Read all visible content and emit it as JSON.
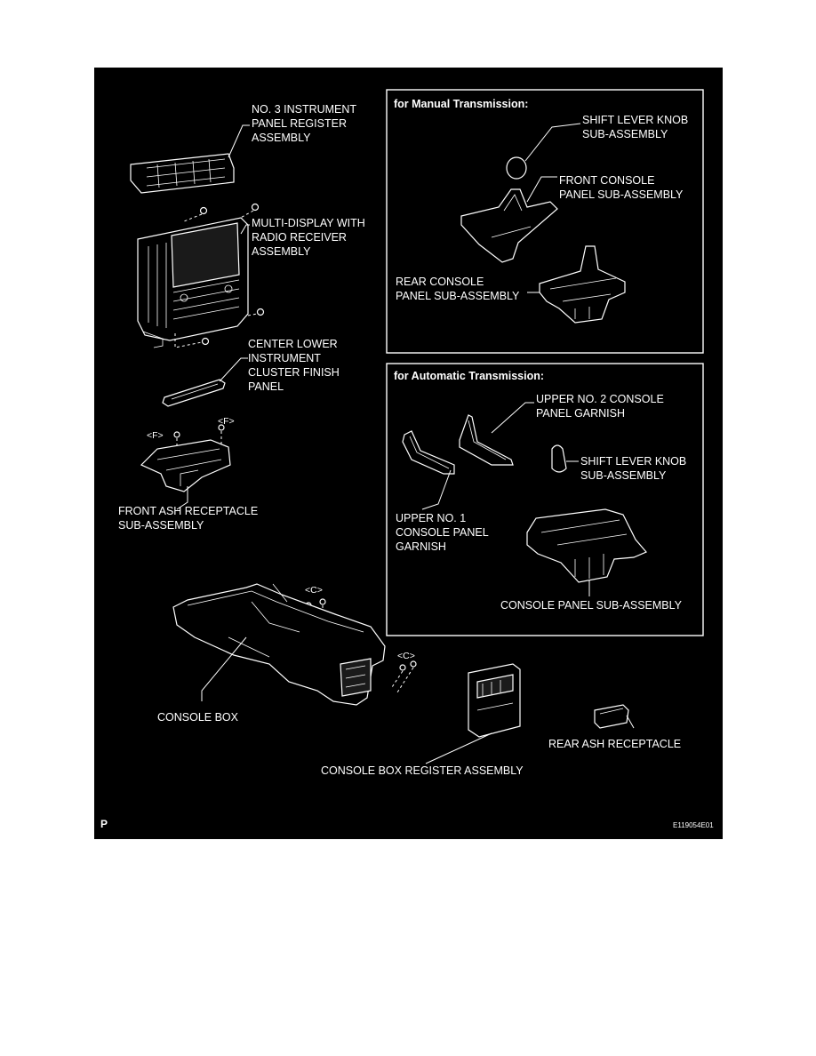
{
  "labels": {
    "no3_register": [
      "NO. 3 INSTRUMENT",
      "PANEL REGISTER",
      "ASSEMBLY"
    ],
    "multi_display": [
      "MULTI-DISPLAY WITH",
      "RADIO RECEIVER",
      "ASSEMBLY"
    ],
    "center_lower": [
      "CENTER LOWER",
      "INSTRUMENT",
      "CLUSTER FINISH",
      "PANEL"
    ],
    "front_ash": [
      "FRONT ASH RECEPTACLE",
      "SUB-ASSEMBLY"
    ],
    "console_box": "CONSOLE BOX",
    "console_box_register": "CONSOLE BOX REGISTER ASSEMBLY",
    "rear_ash": "REAR ASH RECEPTACLE"
  },
  "markers": {
    "f": "<F>",
    "c": "<C>"
  },
  "manual_box": {
    "title": "for Manual Transmission:",
    "shift_knob": [
      "SHIFT LEVER KNOB",
      "SUB-ASSEMBLY"
    ],
    "front_console": [
      "FRONT CONSOLE",
      "PANEL SUB-ASSEMBLY"
    ],
    "rear_console": [
      "REAR CONSOLE",
      "PANEL SUB-ASSEMBLY"
    ]
  },
  "automatic_box": {
    "title": "for Automatic Transmission:",
    "upper_no2": [
      "UPPER NO. 2 CONSOLE",
      "PANEL GARNISH"
    ],
    "shift_knob": [
      "SHIFT LEVER KNOB",
      "SUB-ASSEMBLY"
    ],
    "upper_no1": [
      "UPPER NO. 1",
      "CONSOLE PANEL",
      "GARNISH"
    ],
    "console_panel": "CONSOLE PANEL SUB-ASSEMBLY"
  },
  "footer": {
    "page_mark": "P",
    "figure_id": "E119054E01"
  },
  "colors": {
    "background": "#000000",
    "ink": "#ffffff",
    "page": "#ffffff"
  }
}
